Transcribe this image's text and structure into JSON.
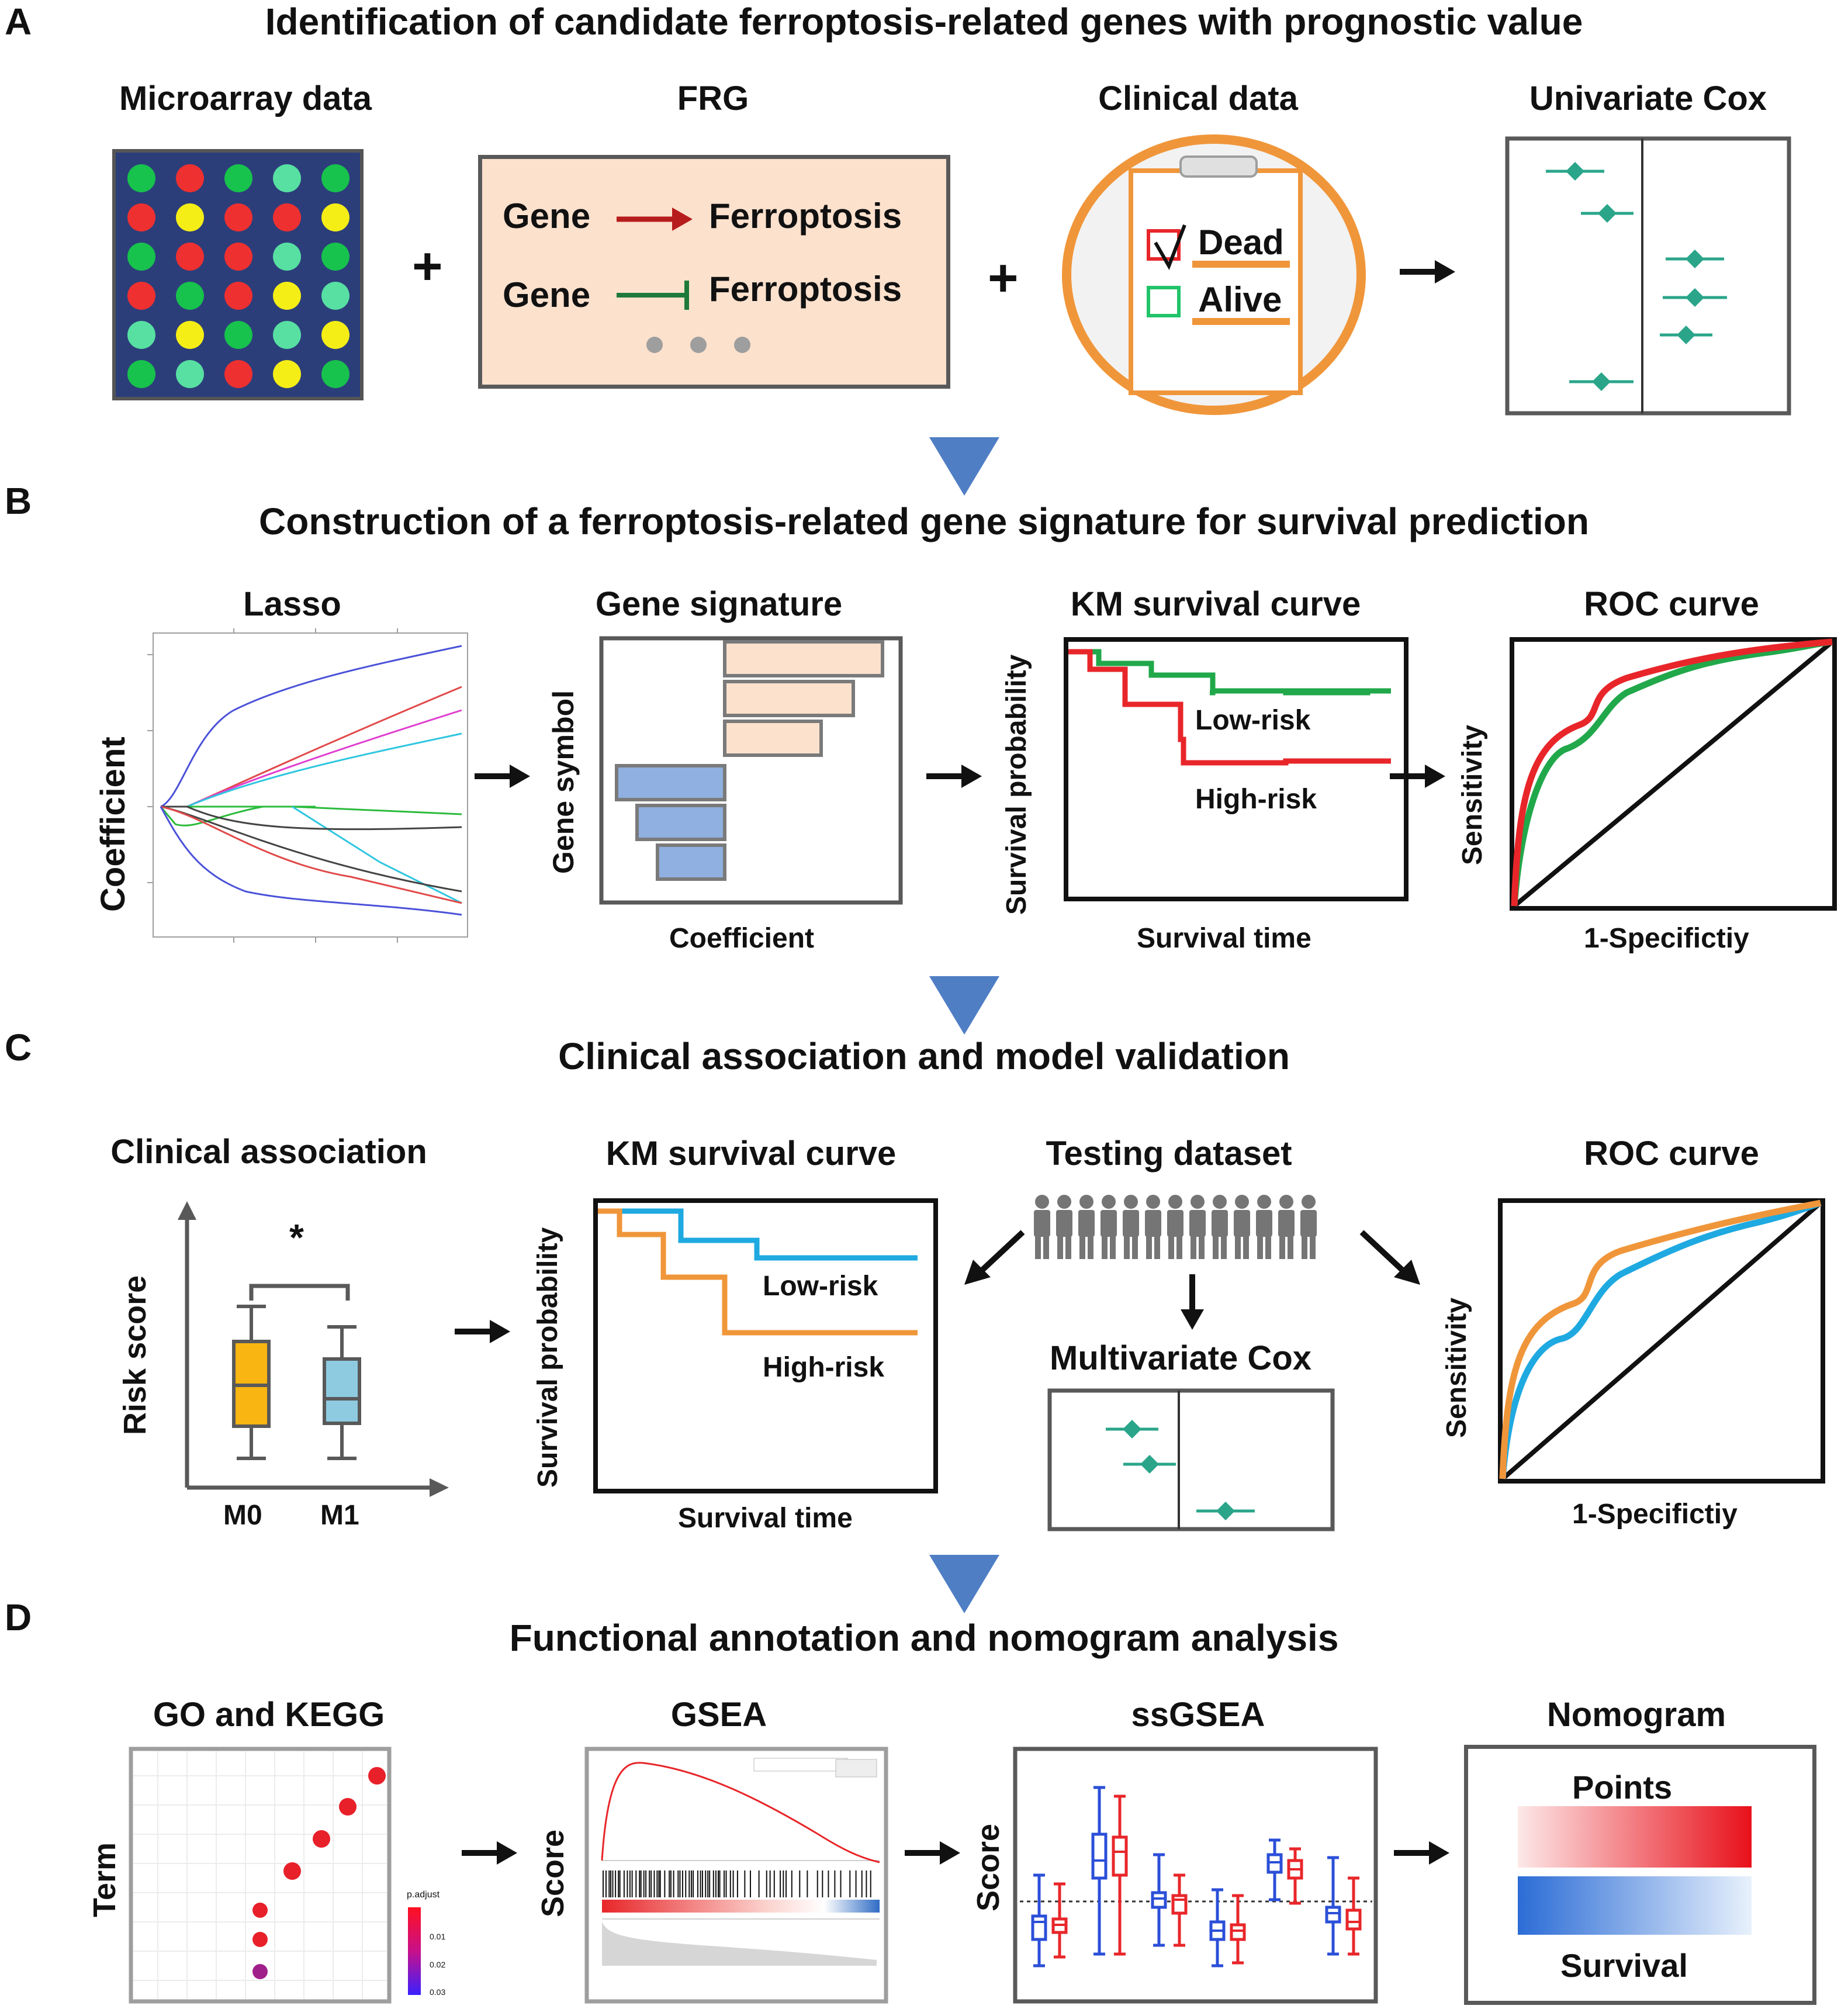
{
  "panels": {
    "a": {
      "letter": "A",
      "title": "Identification of candidate ferroptosis-related genes with prognostic value",
      "microarray_label": "Microarray data",
      "frg_label": "FRG",
      "frg_gene_1": "Gene",
      "frg_target_1": "Ferroptosis",
      "frg_gene_2": "Gene",
      "frg_target_2": "Ferroptosis",
      "clinical_label": "Clinical data",
      "dead_label": "Dead",
      "alive_label": "Alive",
      "univariate_label": "Univariate Cox"
    },
    "b": {
      "letter": "B",
      "title": "Construction of a ferroptosis-related gene signature for survival prediction",
      "lasso_label": "Lasso",
      "lasso_ylabel": "Coefficient",
      "gene_sig_label": "Gene signature",
      "gene_sig_ylabel": "Gene symbol",
      "gene_sig_xlabel": "Coefficient",
      "km_label": "KM survival curve",
      "km_ylabel": "Survival probability",
      "km_xlabel": "Survival time",
      "km_low": "Low-risk",
      "km_high": "High-risk",
      "roc_label": "ROC curve",
      "roc_ylabel": "Sensitivity",
      "roc_xlabel": "1-Specifictiy"
    },
    "c": {
      "letter": "C",
      "title": "Clinical association and model validation",
      "clinical_assoc_label": "Clinical association",
      "risk_ylabel": "Risk score",
      "sig_star": "*",
      "m0_label": "M0",
      "m1_label": "M1",
      "km_label": "KM survival curve",
      "km_ylabel": "Survival probability",
      "km_xlabel": "Survival time",
      "km_low": "Low-risk",
      "km_high": "High-risk",
      "testing_label": "Testing dataset",
      "multivariate_label": "Multivariate Cox",
      "roc_label": "ROC curve",
      "roc_ylabel": "Sensitivity",
      "roc_xlabel": "1-Specifictiy"
    },
    "d": {
      "letter": "D",
      "title": "Functional annotation and nomogram analysis",
      "go_label": "GO and KEGG",
      "go_ylabel": "Term",
      "padjust_label": "p.adjust",
      "padjust_ticks": [
        "0.01",
        "0.02",
        "0.03"
      ],
      "gsea_label": "GSEA",
      "gsea_ylabel": "Score",
      "ssgsea_label": "ssGSEA",
      "ssgsea_ylabel": "Score",
      "nomogram_label": "Nomogram",
      "points_label": "Points",
      "survival_label": "Survival"
    }
  },
  "colors": {
    "arrow_blue": "#4f7ec4",
    "teal": "#2aa58a",
    "orange": "#f0963a",
    "peach": "#fce1cd",
    "blue_bar": "#8fb0e0",
    "red": "#e8262a",
    "green": "#21a84a",
    "cyan": "#1fa9e1"
  }
}
